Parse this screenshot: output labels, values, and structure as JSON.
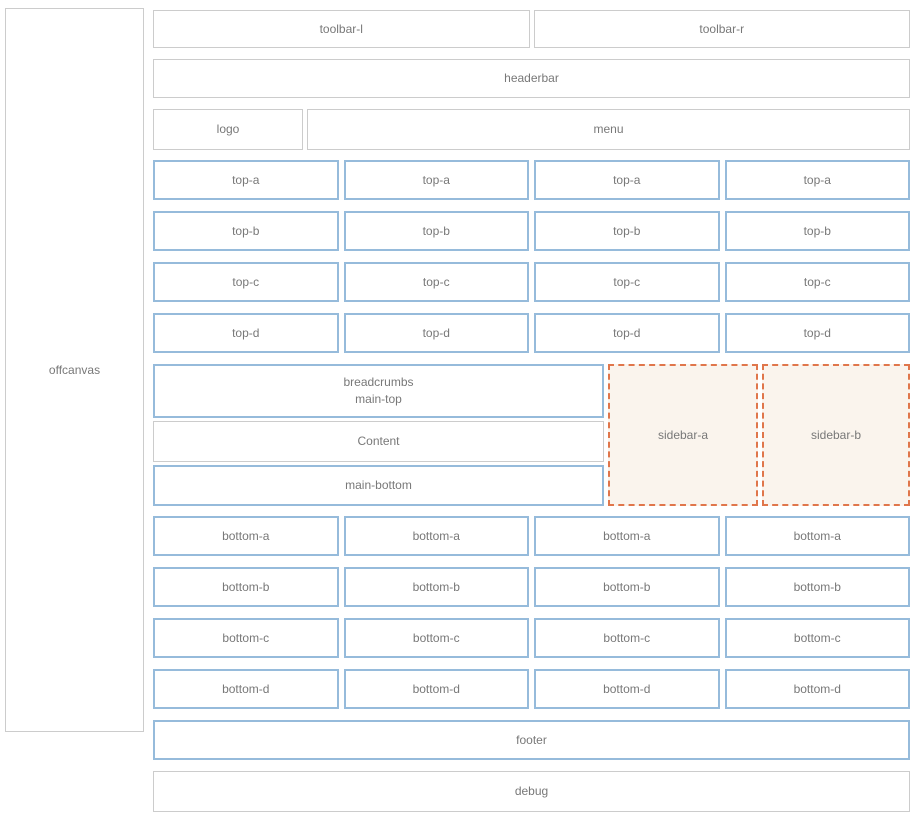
{
  "colors": {
    "gray_border": "#cccccc",
    "blue_border": "#96bbdb",
    "orange_border": "#e0764b",
    "sidebar_bg": "#faf4ed",
    "label_text": "#787878",
    "page_bg": "#ffffff"
  },
  "offcanvas": {
    "label": "offcanvas"
  },
  "header": {
    "toolbar_l": "toolbar-l",
    "toolbar_r": "toolbar-r",
    "headerbar": "headerbar",
    "logo": "logo",
    "menu": "menu"
  },
  "top_rows": [
    {
      "label": "top-a",
      "cells": 4
    },
    {
      "label": "top-b",
      "cells": 4
    },
    {
      "label": "top-c",
      "cells": 4
    },
    {
      "label": "top-d",
      "cells": 4
    }
  ],
  "main": {
    "breadcrumbs": "breadcrumbs",
    "main_top": "main-top",
    "content": "Content",
    "main_bottom": "main-bottom",
    "sidebar_a": "sidebar-a",
    "sidebar_b": "sidebar-b"
  },
  "bottom_rows": [
    {
      "label": "bottom-a",
      "cells": 4
    },
    {
      "label": "bottom-b",
      "cells": 4
    },
    {
      "label": "bottom-c",
      "cells": 4
    },
    {
      "label": "bottom-d",
      "cells": 4
    }
  ],
  "footer": {
    "label": "footer"
  },
  "debug": {
    "label": "debug"
  }
}
